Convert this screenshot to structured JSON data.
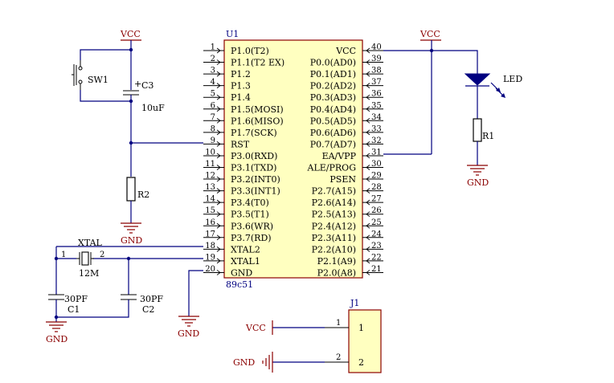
{
  "chip": {
    "designator": "U1",
    "part": "89c51",
    "left_pins": [
      {
        "num": "1",
        "name": "P1.0(T2)"
      },
      {
        "num": "2",
        "name": "P1.1(T2 EX)"
      },
      {
        "num": "3",
        "name": "P1.2"
      },
      {
        "num": "4",
        "name": "P1.3"
      },
      {
        "num": "5",
        "name": "P1.4"
      },
      {
        "num": "6",
        "name": "P1.5(MOSI)"
      },
      {
        "num": "7",
        "name": "P1.6(MISO)"
      },
      {
        "num": "8",
        "name": "P1.7(SCK)"
      },
      {
        "num": "9",
        "name": "RST"
      },
      {
        "num": "10",
        "name": "P3.0(RXD)"
      },
      {
        "num": "11",
        "name": "P3.1(TXD)"
      },
      {
        "num": "12",
        "name": "P3.2(INT0)"
      },
      {
        "num": "13",
        "name": "P3.3(INT1)"
      },
      {
        "num": "14",
        "name": "P3.4(T0)"
      },
      {
        "num": "15",
        "name": "P3.5(T1)"
      },
      {
        "num": "16",
        "name": "P3.6(WR)"
      },
      {
        "num": "17",
        "name": "P3.7(RD)"
      },
      {
        "num": "18",
        "name": "XTAL2"
      },
      {
        "num": "19",
        "name": "XTAL1"
      },
      {
        "num": "20",
        "name": "GND"
      }
    ],
    "right_pins": [
      {
        "num": "40",
        "name": "VCC"
      },
      {
        "num": "39",
        "name": "P0.0(AD0)"
      },
      {
        "num": "38",
        "name": "P0.1(AD1)"
      },
      {
        "num": "37",
        "name": "P0.2(AD2)"
      },
      {
        "num": "36",
        "name": "P0.3(AD3)"
      },
      {
        "num": "35",
        "name": "P0.4(AD4)"
      },
      {
        "num": "34",
        "name": "P0.5(AD5)"
      },
      {
        "num": "33",
        "name": "P0.6(AD6)"
      },
      {
        "num": "32",
        "name": "P0.7(AD7)"
      },
      {
        "num": "31",
        "name": "EA/VPP"
      },
      {
        "num": "30",
        "name": "ALE/PROG"
      },
      {
        "num": "29",
        "name": "PSEN"
      },
      {
        "num": "28",
        "name": "P2.7(A15)"
      },
      {
        "num": "27",
        "name": "P2.6(A14)"
      },
      {
        "num": "26",
        "name": "P2.5(A13)"
      },
      {
        "num": "25",
        "name": "P2.4(A12)"
      },
      {
        "num": "24",
        "name": "P2.3(A11)"
      },
      {
        "num": "23",
        "name": "P2.2(A10)"
      },
      {
        "num": "22",
        "name": "P2.1(A9)"
      },
      {
        "num": "21",
        "name": "P2.0(A8)"
      }
    ]
  },
  "labels": {
    "vcc_top_left": "VCC",
    "vcc_top_right": "VCC",
    "vcc_j1": "VCC",
    "gnd_r2": "GND",
    "gnd_chip": "GND",
    "gnd_caps": "GND",
    "gnd_r1": "GND",
    "gnd_j1": "GND",
    "sw1": "SW1",
    "c3": "C3",
    "c3_value": "10uF",
    "c3_plus": "+",
    "r2": "R2",
    "r1": "R1",
    "led": "LED",
    "xtal": "XTAL",
    "xtal_value": "12M",
    "xtal_pin1": "1",
    "xtal_pin2": "2",
    "c1": "C1",
    "c1_value": "30PF",
    "c2": "C2",
    "c2_value": "30PF",
    "j1": "J1",
    "j1_pin1": "1",
    "j1_pin2": "2",
    "j1_wire1": "1",
    "j1_wire2": "2"
  },
  "colors": {
    "wire": "#000080",
    "power": "#8b0000",
    "chip_fill": "#ffffc0",
    "chip_border": "#8b0000"
  }
}
